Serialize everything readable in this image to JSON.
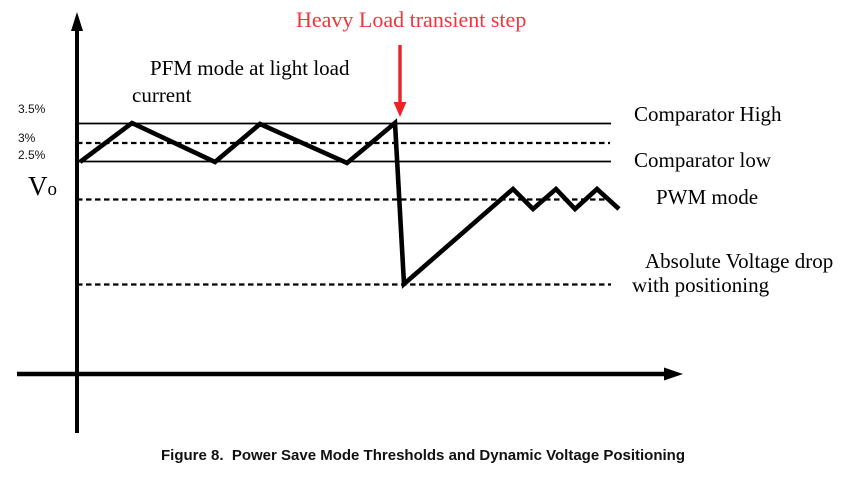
{
  "diagram": {
    "transient_label": "Heavy Load transient step",
    "pfm_label_line1": "PFM mode at light load",
    "pfm_label_line2": "current",
    "threshold_ticks": {
      "high": "3.5%",
      "mid": "3%",
      "low": "2.5%"
    },
    "vo_label": {
      "v": "V",
      "o": "o"
    },
    "right_labels": {
      "comparator_high": "Comparator High",
      "comparator_low": "Comparator low",
      "pwm_mode": "PWM mode",
      "abs_drop_line1": "Absolute Voltage drop",
      "abs_drop_line2": "with positioning"
    }
  },
  "caption": "Figure 8.  Power Save Mode Thresholds and Dynamic Voltage Positioning",
  "colors": {
    "transient_red": "#f2343d",
    "arrow_red": "#ee2226",
    "ink": "#000000"
  }
}
